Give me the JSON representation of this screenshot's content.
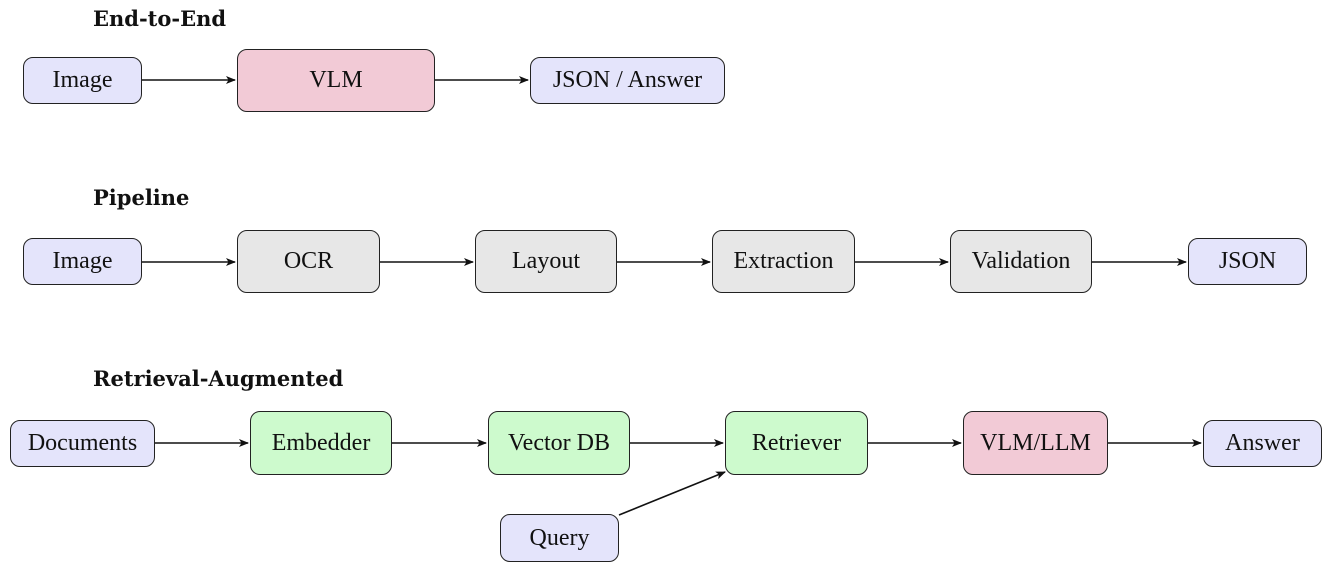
{
  "sections": {
    "end_to_end": {
      "title": "End-to-End",
      "nodes": [
        "Image",
        "VLM",
        "JSON / Answer"
      ]
    },
    "pipeline": {
      "title": "Pipeline",
      "nodes": [
        "Image",
        "OCR",
        "Layout",
        "Extraction",
        "Validation",
        "JSON"
      ]
    },
    "rag": {
      "title": "Retrieval-Augmented",
      "nodes": [
        "Documents",
        "Embedder",
        "Vector DB",
        "Retriever",
        "VLM/LLM",
        "Answer"
      ],
      "query": "Query"
    }
  },
  "colors": {
    "io": "#e4e4fb",
    "model": "#f2cad6",
    "process": "#e7e7e7",
    "retrieval": "#cdfacd",
    "stroke": "#222222"
  }
}
